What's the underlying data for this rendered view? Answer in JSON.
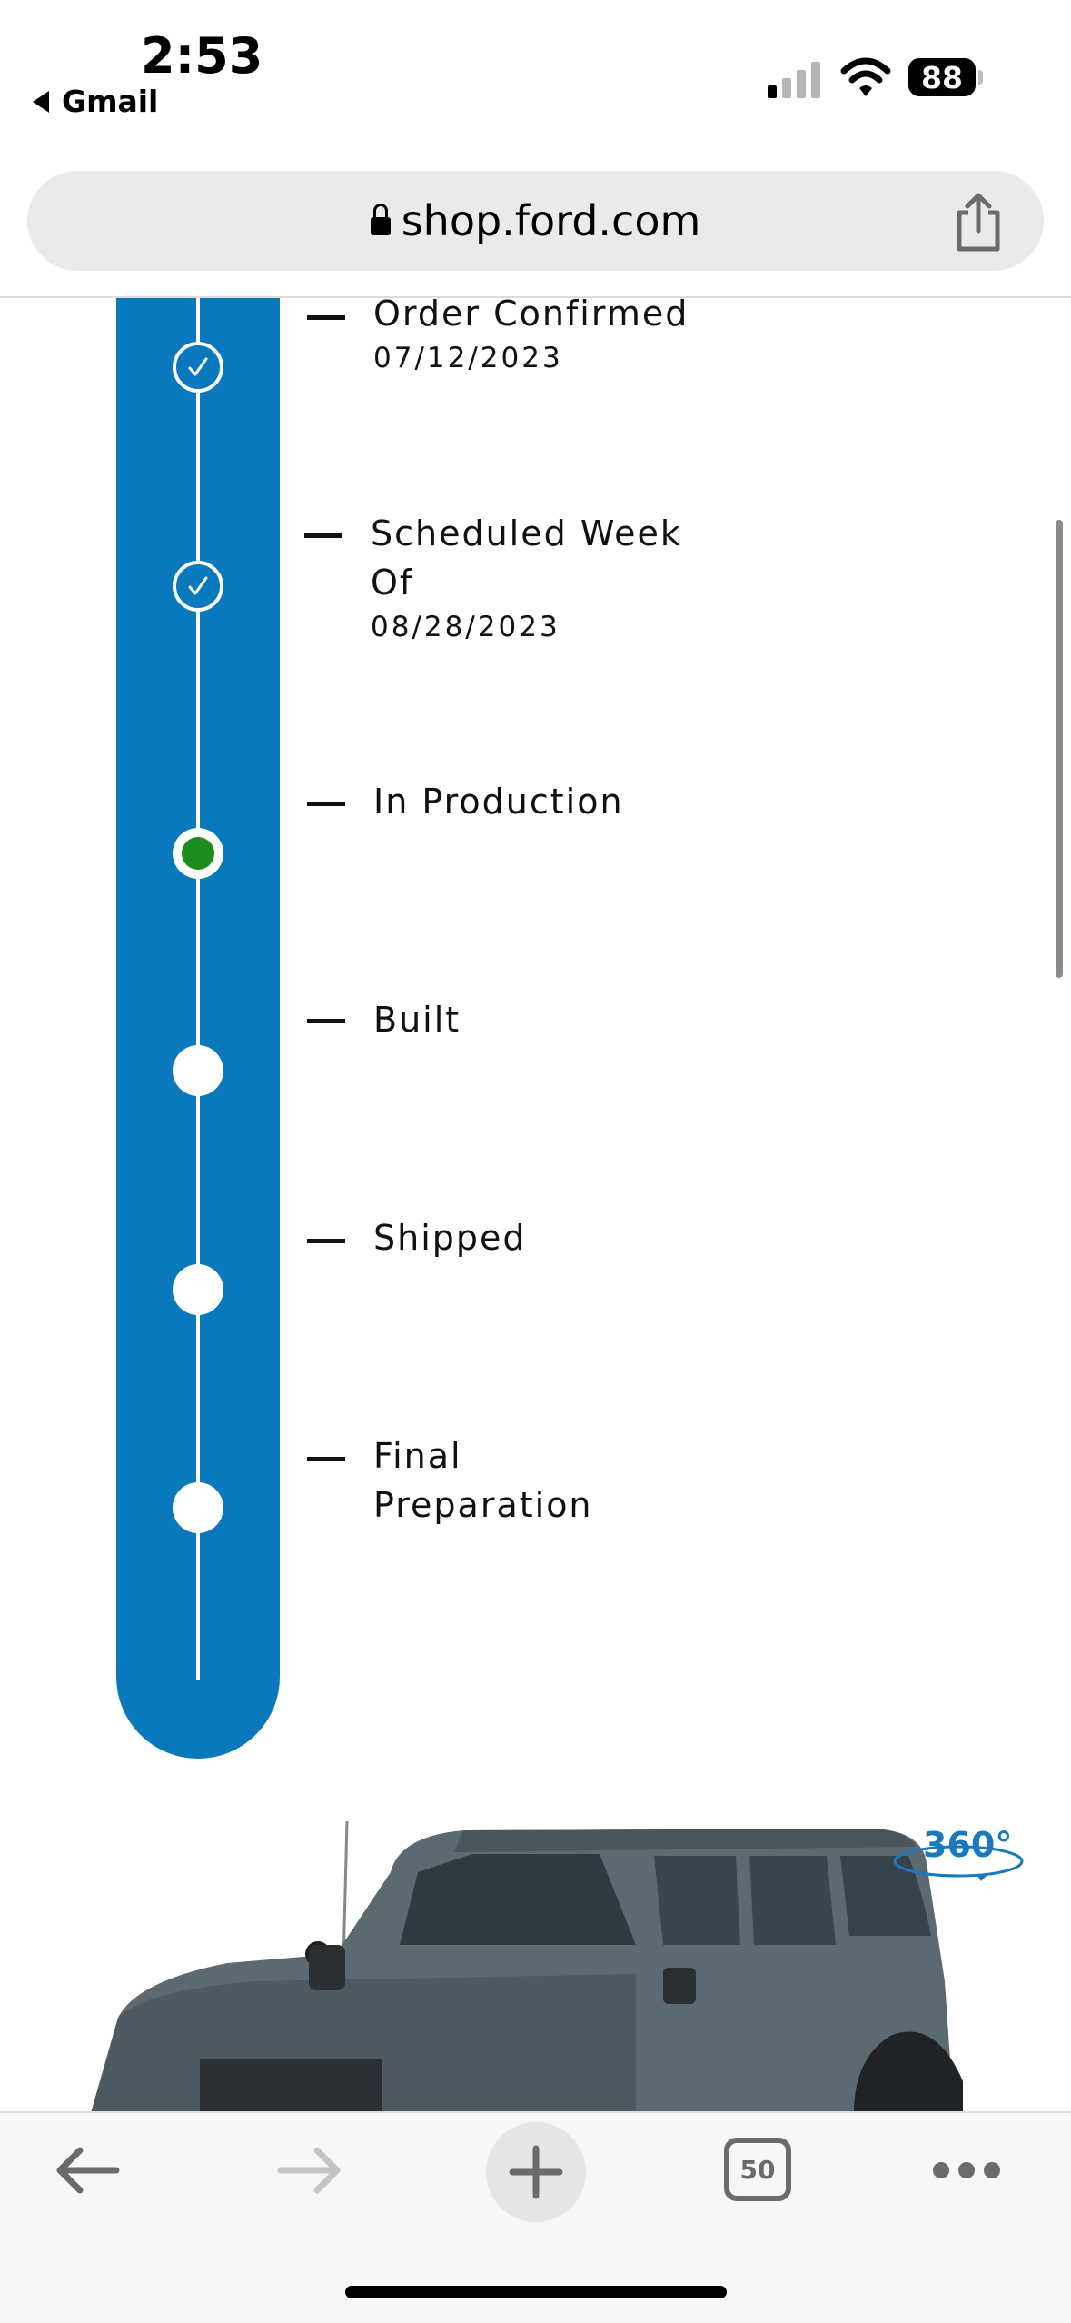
{
  "status_bar": {
    "time": "2:53",
    "back_app": "Gmail",
    "battery": "88"
  },
  "browser": {
    "url": "shop.ford.com",
    "tab_count": "50"
  },
  "tracker": {
    "steps": [
      {
        "label_lines": [
          "Order Confirmed"
        ],
        "date": "07/12/2023",
        "state": "done"
      },
      {
        "label_lines": [
          "Scheduled Week",
          "Of"
        ],
        "date": "08/28/2023",
        "state": "done"
      },
      {
        "label_lines": [
          "In Production"
        ],
        "date": "",
        "state": "current"
      },
      {
        "label_lines": [
          "Built"
        ],
        "date": "",
        "state": "pending"
      },
      {
        "label_lines": [
          "Shipped"
        ],
        "date": "",
        "state": "pending"
      },
      {
        "label_lines": [
          "Final",
          "Preparation"
        ],
        "date": "",
        "state": "pending"
      }
    ]
  },
  "vehicle": {
    "view_badge": "360°"
  },
  "colors": {
    "tracker_blue": "#0a78bd",
    "current_step_green": "#1c8d1c",
    "badge_blue": "#1a78bd"
  },
  "icons": {
    "lock": "lock-icon",
    "share": "share-icon",
    "back": "arrow-left-icon",
    "forward": "arrow-right-icon",
    "new_tab": "plus-icon",
    "more": "ellipsis-icon"
  }
}
